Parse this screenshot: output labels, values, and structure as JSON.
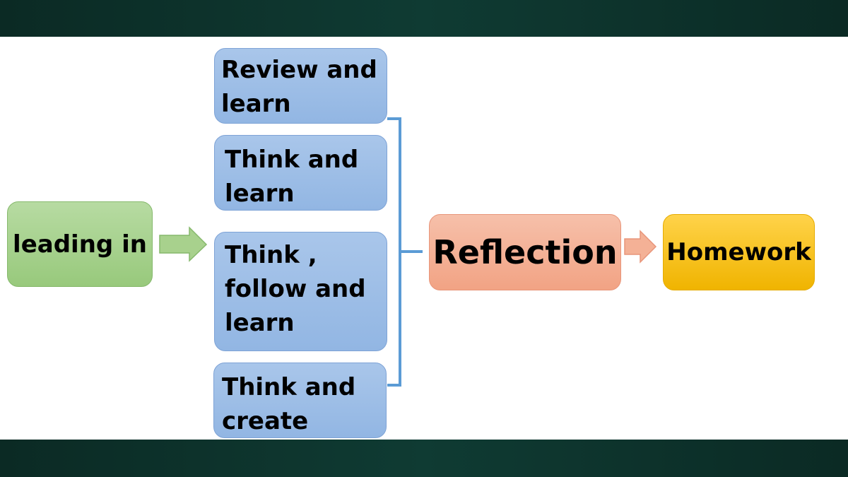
{
  "stages": {
    "leading_in": "leading in",
    "review_and_learn": "Review and learn",
    "think_and_learn": "Think and learn",
    "think_follow_and_learn": "Think , follow and learn",
    "think_and_create": "Think and create",
    "reflection": "Reflection",
    "homework": "Homework"
  },
  "colors": {
    "band": "#0f3b33",
    "start": "#a8d18d",
    "step": "#9dbde7",
    "reflection": "#f4b196",
    "homework": "#ffc000",
    "bracket": "#5b9bd5"
  }
}
